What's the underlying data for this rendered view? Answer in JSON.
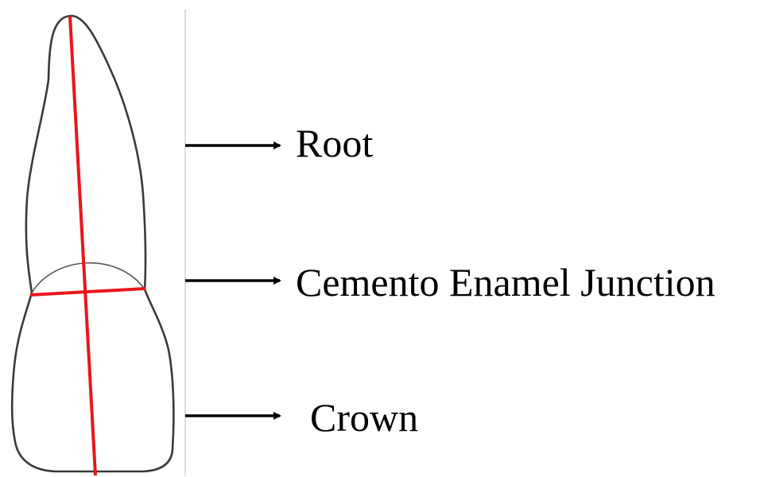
{
  "labels": {
    "root": "Root",
    "cej": "Cemento Enamel Junction",
    "crown": "Crown"
  },
  "colors": {
    "outline": "#3a3a3a",
    "axis_lines": "#e8161c",
    "arrows": "#000000",
    "divider": "#c8c8c8"
  }
}
